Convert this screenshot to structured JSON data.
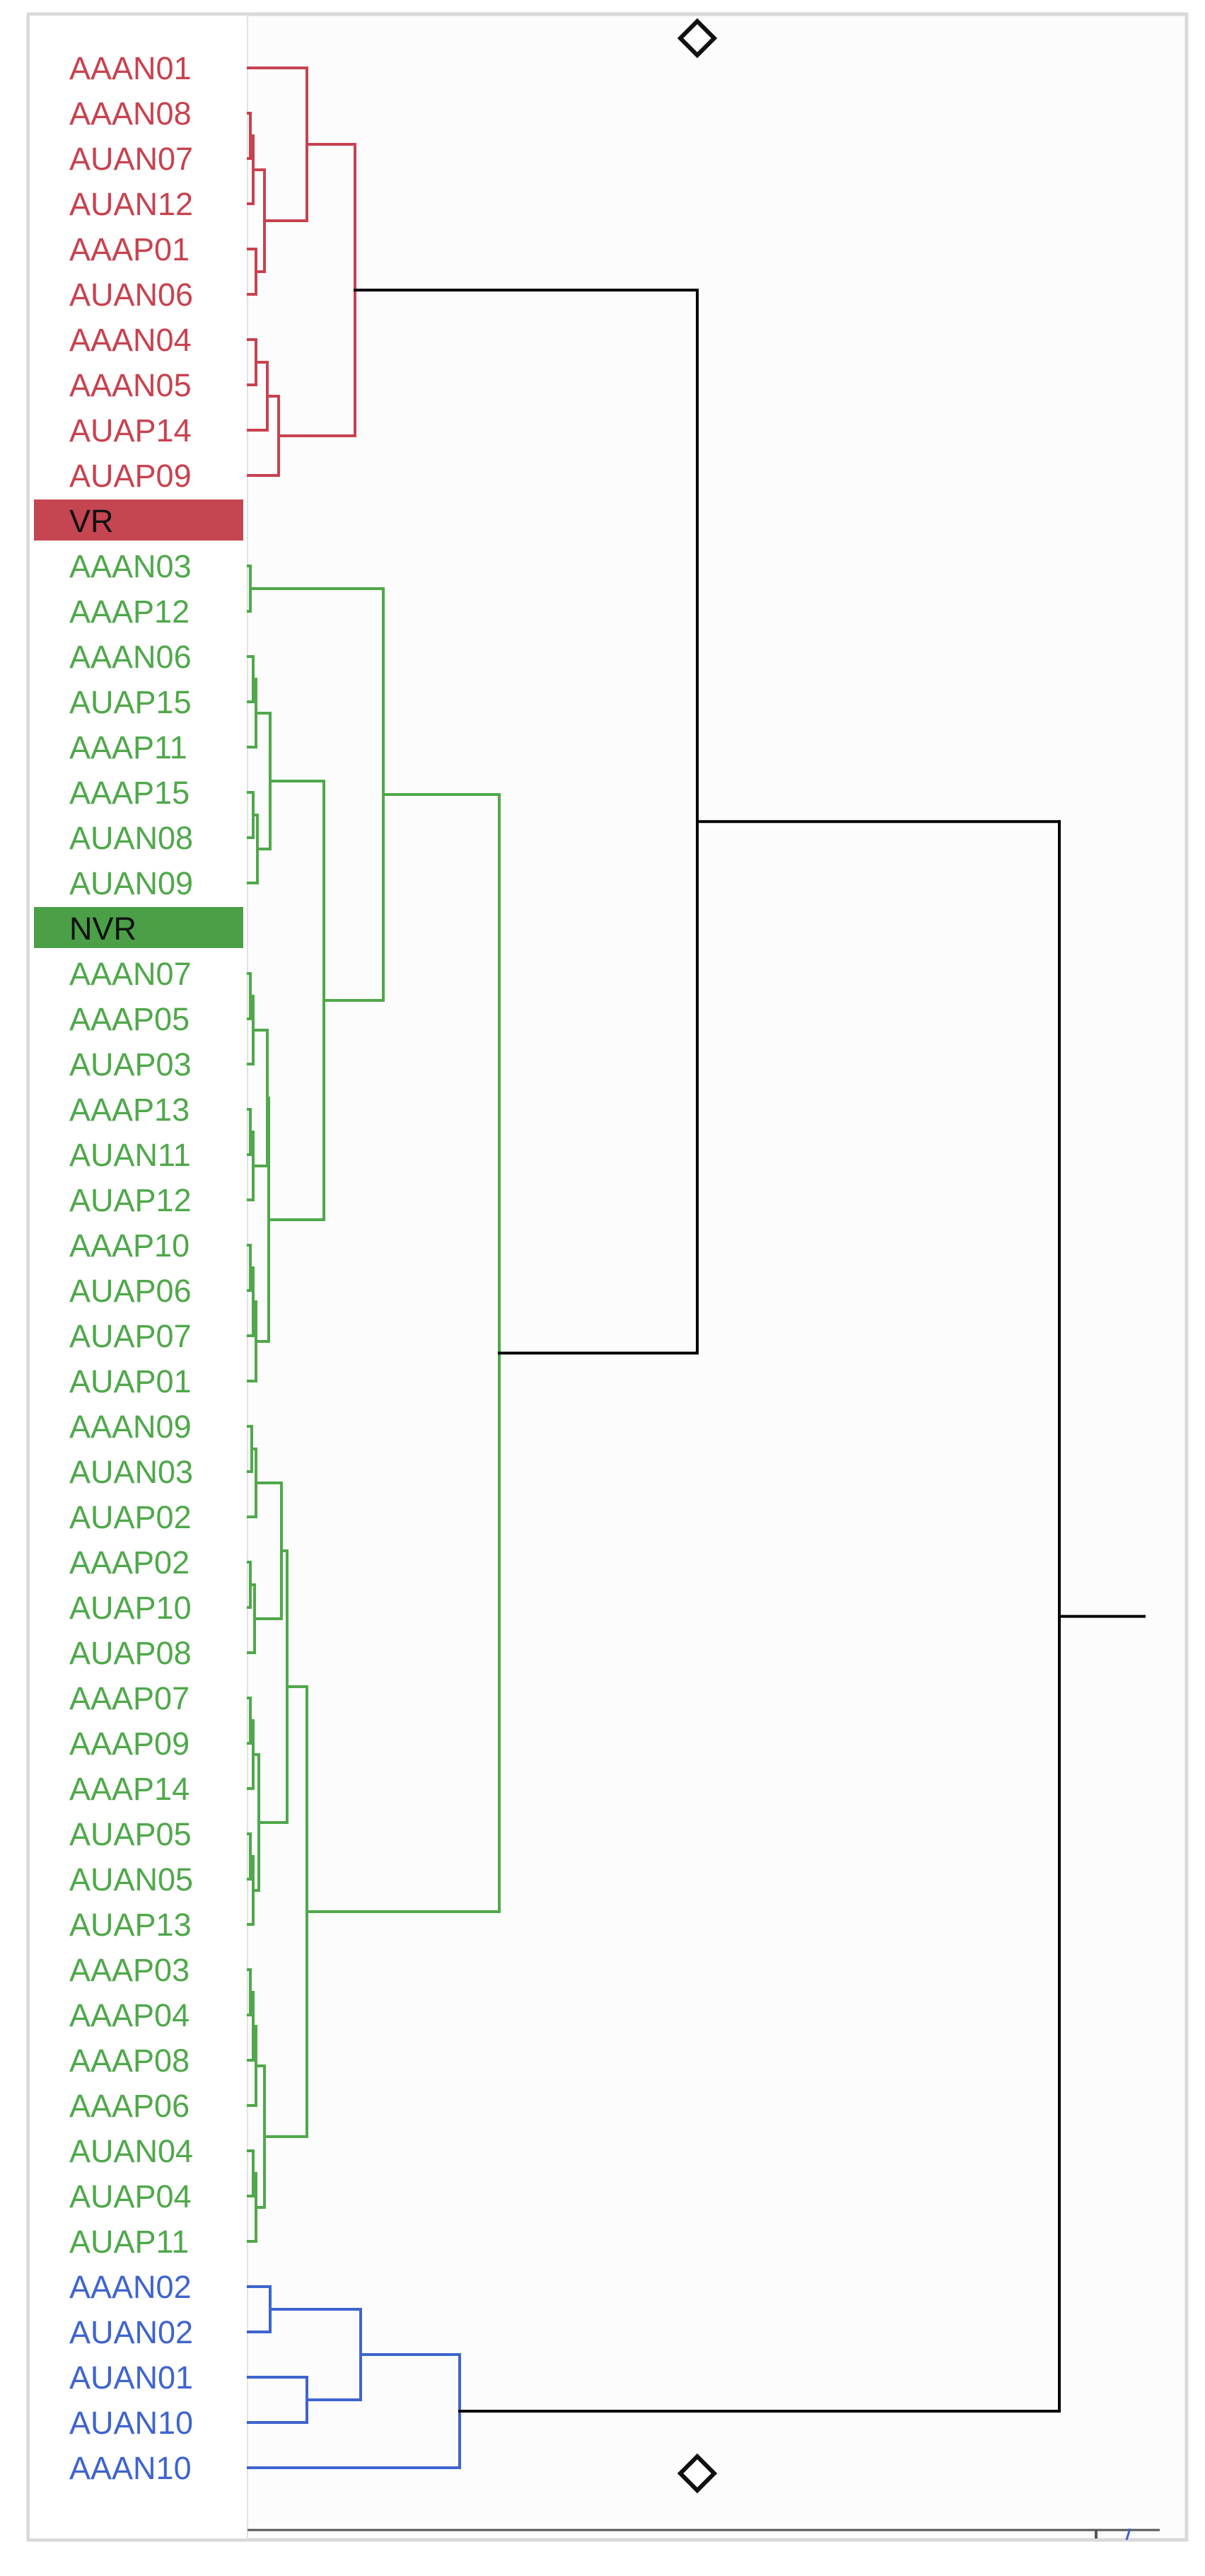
{
  "colors": {
    "vr": "#c8424f",
    "nvr": "#4fa84a",
    "blue": "#3f64cf",
    "root": "#000000",
    "axis": "#555555",
    "panel_border": "#d9d9d9",
    "panel_bg": "#fcfcfc",
    "vr_band": "#c54551",
    "nvr_band": "#4a9f47"
  },
  "markers": {
    "top_icon": "diamond-icon",
    "bottom_icon": "diamond-icon"
  },
  "group_labels": {
    "vr": "VR",
    "nvr": "NVR"
  },
  "leaves": [
    {
      "name": "AAAN01",
      "group": "vr"
    },
    {
      "name": "AAAN08",
      "group": "vr"
    },
    {
      "name": "AUAN07",
      "group": "vr"
    },
    {
      "name": "AUAN12",
      "group": "vr"
    },
    {
      "name": "AAAP01",
      "group": "vr"
    },
    {
      "name": "AUAN06",
      "group": "vr"
    },
    {
      "name": "AAAN04",
      "group": "vr"
    },
    {
      "name": "AAAN05",
      "group": "vr"
    },
    {
      "name": "AUAP14",
      "group": "vr"
    },
    {
      "name": "AUAP09",
      "group": "vr"
    },
    {
      "name": "VR",
      "group": "vr-band"
    },
    {
      "name": "AAAN03",
      "group": "nvr"
    },
    {
      "name": "AAAP12",
      "group": "nvr"
    },
    {
      "name": "AAAN06",
      "group": "nvr"
    },
    {
      "name": "AUAP15",
      "group": "nvr"
    },
    {
      "name": "AAAP11",
      "group": "nvr"
    },
    {
      "name": "AAAP15",
      "group": "nvr"
    },
    {
      "name": "AUAN08",
      "group": "nvr"
    },
    {
      "name": "AUAN09",
      "group": "nvr"
    },
    {
      "name": "NVR",
      "group": "nvr-band"
    },
    {
      "name": "AAAN07",
      "group": "nvr"
    },
    {
      "name": "AAAP05",
      "group": "nvr"
    },
    {
      "name": "AUAP03",
      "group": "nvr"
    },
    {
      "name": "AAAP13",
      "group": "nvr"
    },
    {
      "name": "AUAN11",
      "group": "nvr"
    },
    {
      "name": "AUAP12",
      "group": "nvr"
    },
    {
      "name": "AAAP10",
      "group": "nvr"
    },
    {
      "name": "AUAP06",
      "group": "nvr"
    },
    {
      "name": "AUAP07",
      "group": "nvr"
    },
    {
      "name": "AUAP01",
      "group": "nvr"
    },
    {
      "name": "AAAN09",
      "group": "nvr"
    },
    {
      "name": "AUAN03",
      "group": "nvr"
    },
    {
      "name": "AUAP02",
      "group": "nvr"
    },
    {
      "name": "AAAP02",
      "group": "nvr"
    },
    {
      "name": "AUAP10",
      "group": "nvr"
    },
    {
      "name": "AUAP08",
      "group": "nvr"
    },
    {
      "name": "AAAP07",
      "group": "nvr"
    },
    {
      "name": "AAAP09",
      "group": "nvr"
    },
    {
      "name": "AAAP14",
      "group": "nvr"
    },
    {
      "name": "AUAP05",
      "group": "nvr"
    },
    {
      "name": "AUAN05",
      "group": "nvr"
    },
    {
      "name": "AUAP13",
      "group": "nvr"
    },
    {
      "name": "AAAP03",
      "group": "nvr"
    },
    {
      "name": "AAAP04",
      "group": "nvr"
    },
    {
      "name": "AAAP08",
      "group": "nvr"
    },
    {
      "name": "AAAP06",
      "group": "nvr"
    },
    {
      "name": "AUAN04",
      "group": "nvr"
    },
    {
      "name": "AUAP04",
      "group": "nvr"
    },
    {
      "name": "AUAP11",
      "group": "nvr"
    },
    {
      "name": "AAAN02",
      "group": "blue"
    },
    {
      "name": "AUAN02",
      "group": "blue"
    },
    {
      "name": "AUAN01",
      "group": "blue"
    },
    {
      "name": "AUAN10",
      "group": "blue"
    },
    {
      "name": "AAAN10",
      "group": "blue"
    }
  ]
}
